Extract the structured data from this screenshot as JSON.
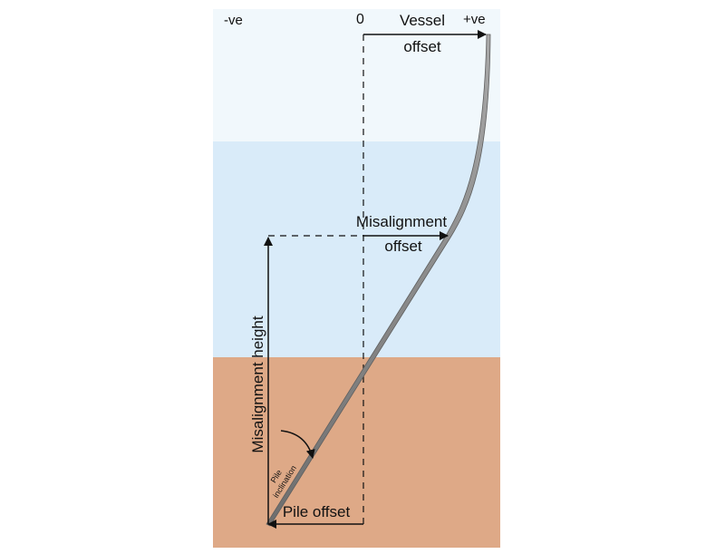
{
  "labels": {
    "negative": "-ve",
    "zero": "0",
    "positive": "+ve",
    "vessel_offset_line1": "Vessel",
    "vessel_offset_line2": "offset",
    "misalignment_offset_line1": "Misalignment",
    "misalignment_offset_line2": "offset",
    "misalignment_height": "Misalignment height",
    "pile_inclination_line1": "Pile",
    "pile_inclination_line2": "inclination",
    "pile_offset": "Pile offset"
  },
  "colors": {
    "air": "#f1f8fc",
    "water": "#d9ebf9",
    "soil": "#dea987",
    "pile": "#8a8a8a",
    "line": "#111111"
  }
}
